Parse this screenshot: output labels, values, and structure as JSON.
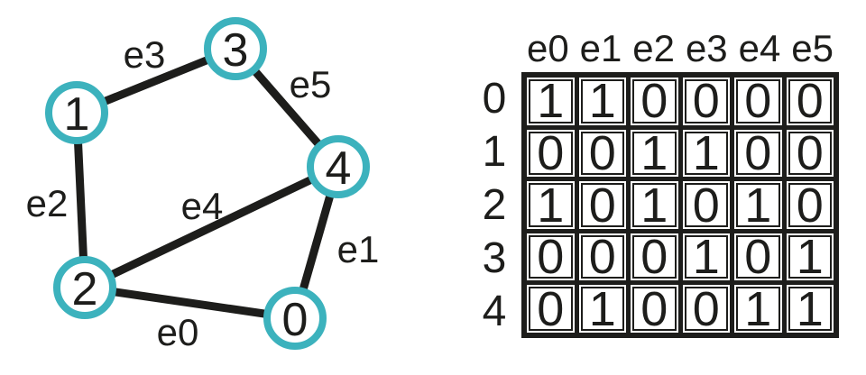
{
  "graph": {
    "nodes": [
      {
        "label": "0"
      },
      {
        "label": "1"
      },
      {
        "label": "2"
      },
      {
        "label": "3"
      },
      {
        "label": "4"
      }
    ],
    "edges": [
      {
        "label": "e0",
        "between": [
          "2",
          "0"
        ]
      },
      {
        "label": "e1",
        "between": [
          "0",
          "4"
        ]
      },
      {
        "label": "e2",
        "between": [
          "1",
          "2"
        ]
      },
      {
        "label": "e3",
        "between": [
          "1",
          "3"
        ]
      },
      {
        "label": "e4",
        "between": [
          "2",
          "4"
        ]
      },
      {
        "label": "e5",
        "between": [
          "3",
          "4"
        ]
      }
    ],
    "node_ring_color": "#3cb2bd",
    "edge_color": "#1d1d1b",
    "text_color": "#1d1d1b"
  },
  "matrix": {
    "col_headers": [
      "e0",
      "e1",
      "e2",
      "e3",
      "e4",
      "e5"
    ],
    "row_headers": [
      "0",
      "1",
      "2",
      "3",
      "4"
    ],
    "values": [
      [
        "1",
        "1",
        "0",
        "0",
        "0",
        "0"
      ],
      [
        "0",
        "0",
        "1",
        "1",
        "0",
        "0"
      ],
      [
        "1",
        "0",
        "1",
        "0",
        "1",
        "0"
      ],
      [
        "0",
        "0",
        "0",
        "1",
        "0",
        "1"
      ],
      [
        "0",
        "1",
        "0",
        "0",
        "1",
        "1"
      ]
    ]
  }
}
